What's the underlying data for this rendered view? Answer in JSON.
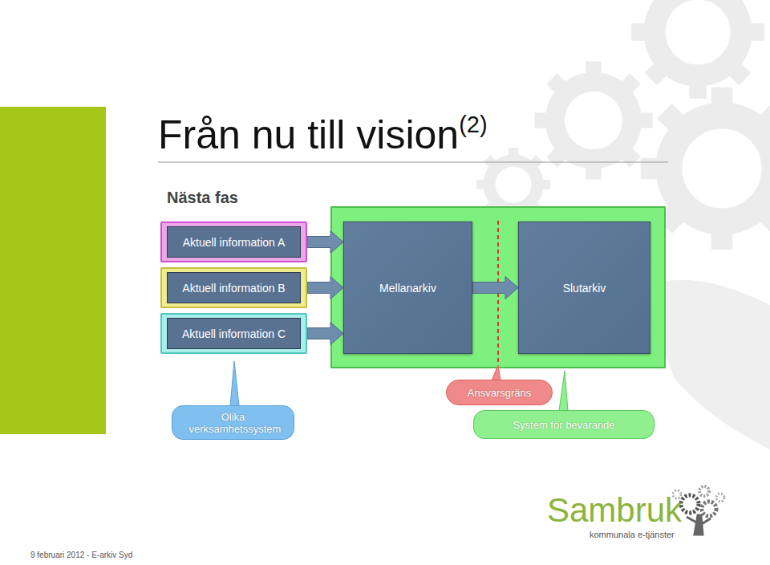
{
  "diagram": {
    "title": "Från nu till vision",
    "nodes": [
      {
        "text": [
          "Aktuell information A"
        ]
      },
      {
        "text": [
          "Aktuell information B"
        ]
      },
      {
        "text": [
          "Aktuell information C"
        ]
      },
      {
        "text": [
          "Mellanarkiv"
        ]
      },
      {
        "text": [
          "Slutarkiv"
        ]
      },
      {
        "text": [
          "Olika verksamhetssystem"
        ]
      },
      {
        "text": [
          "Ansvarsgräns"
        ]
      },
      {
        "text": [
          "System för bevarande"
        ]
      }
    ],
    "edges": [
      {
        "from": 0,
        "to": 3,
        "arrow": "to"
      },
      {
        "from": 1,
        "to": 3,
        "arrow": "to"
      },
      {
        "from": 2,
        "to": 3,
        "arrow": "to"
      },
      {
        "from": 3,
        "to": 4,
        "arrow": "to"
      }
    ],
    "labels": [
      "(2)",
      "Nästa fas",
      "9 februari 2012 - E-arkiv Syd",
      "Sambruk",
      "kommunala e-tjänster"
    ]
  }
}
